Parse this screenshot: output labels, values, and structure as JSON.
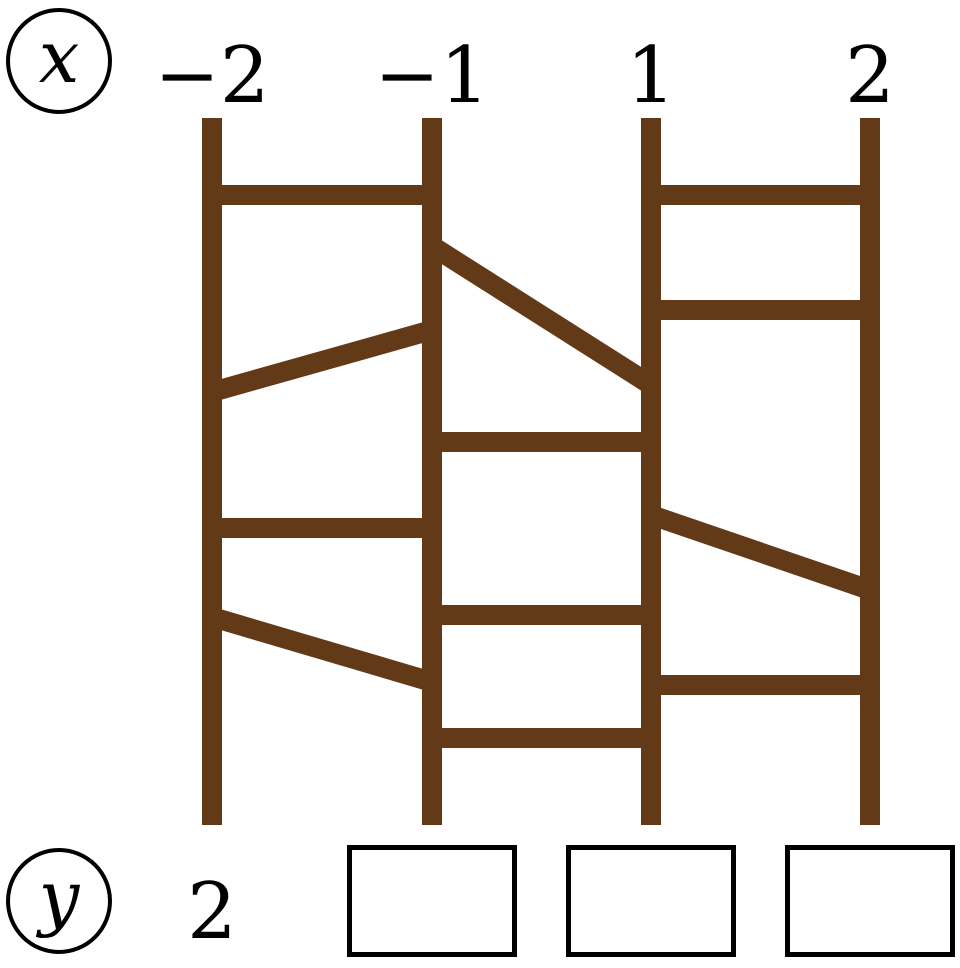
{
  "variables": {
    "x": "x",
    "y": "y"
  },
  "top_labels": [
    "−2",
    "−1",
    "1",
    "2"
  ],
  "bottom": {
    "given": "2",
    "answer_boxes": [
      "",
      "",
      ""
    ]
  },
  "colors": {
    "ladder": "#633A18"
  }
}
